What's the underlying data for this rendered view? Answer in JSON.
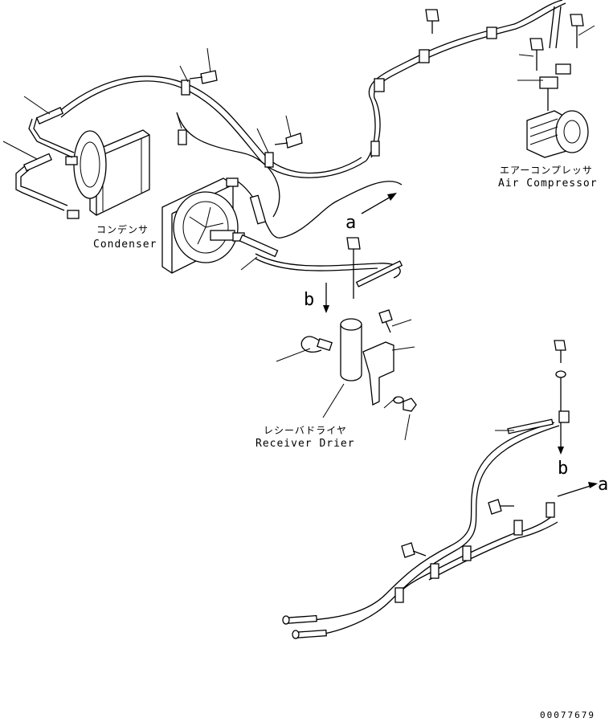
{
  "labels": {
    "condenser_jp": "コンデンサ",
    "condenser_en": "Condenser",
    "compressor_jp": "エアーコンプレッサ",
    "compressor_en": "Air Compressor",
    "receiver_jp": "レシーバドライヤ",
    "receiver_en": "Receiver Drier"
  },
  "callouts": {
    "a_upper": "a",
    "a_lower": "a",
    "b_upper": "b",
    "b_lower": "b"
  },
  "drawing_number": "00077679"
}
